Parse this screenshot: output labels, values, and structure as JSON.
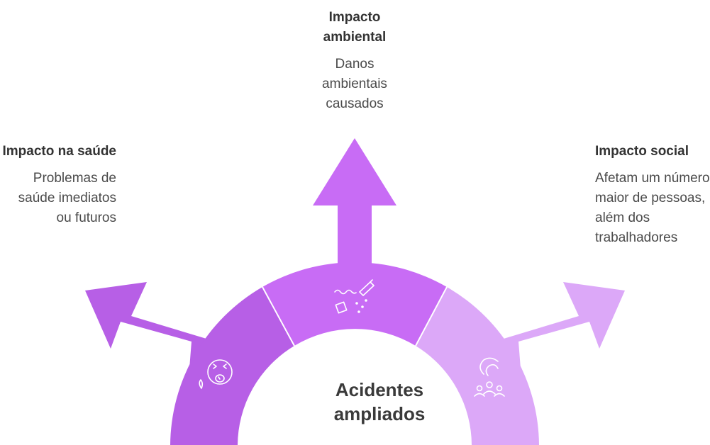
{
  "center": {
    "title": "Acidentes ampliados"
  },
  "branches": [
    {
      "title": "Impacto na saúde",
      "description": "Problemas de saúde imediatos ou futuros",
      "icon": "sick-face-icon",
      "color": "#b75fe6"
    },
    {
      "title": "Impacto ambiental",
      "description": "Danos ambientais causados",
      "icon": "pollution-bottle-icon",
      "color": "#c86cf5"
    },
    {
      "title": "Impacto social",
      "description": "Afetam um número maior de pessoas, além dos trabalhadores",
      "icon": "people-group-icon",
      "color": "#dca8f8"
    }
  ]
}
